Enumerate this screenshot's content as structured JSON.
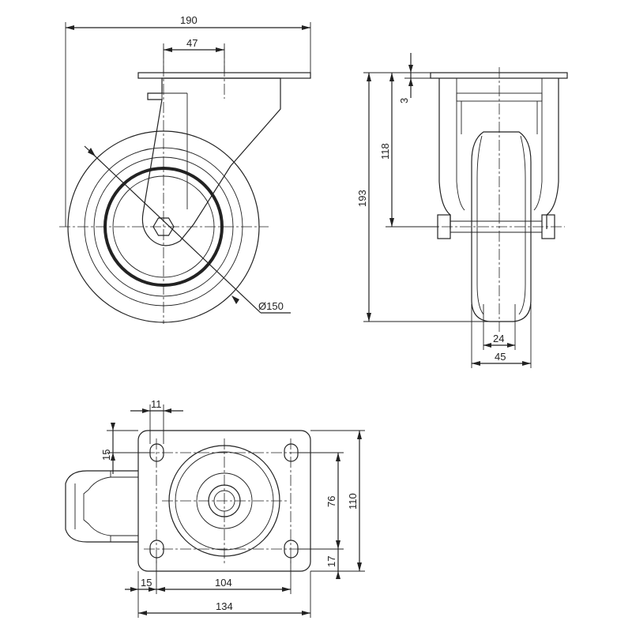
{
  "dimensions": {
    "overall_width": "190",
    "offset": "47",
    "wheel_diameter": "Ø150",
    "plate_thickness": "3",
    "axle_height": "118",
    "overall_height": "193",
    "tread_width": "24",
    "wheel_width": "45",
    "hole_diameter": "11",
    "hole_edge_y": "15",
    "hole_spacing_y": "76",
    "plate_length": "110",
    "hole_edge_bottom": "17",
    "hole_edge_x": "15",
    "hole_spacing_x": "104",
    "plate_width": "134"
  }
}
